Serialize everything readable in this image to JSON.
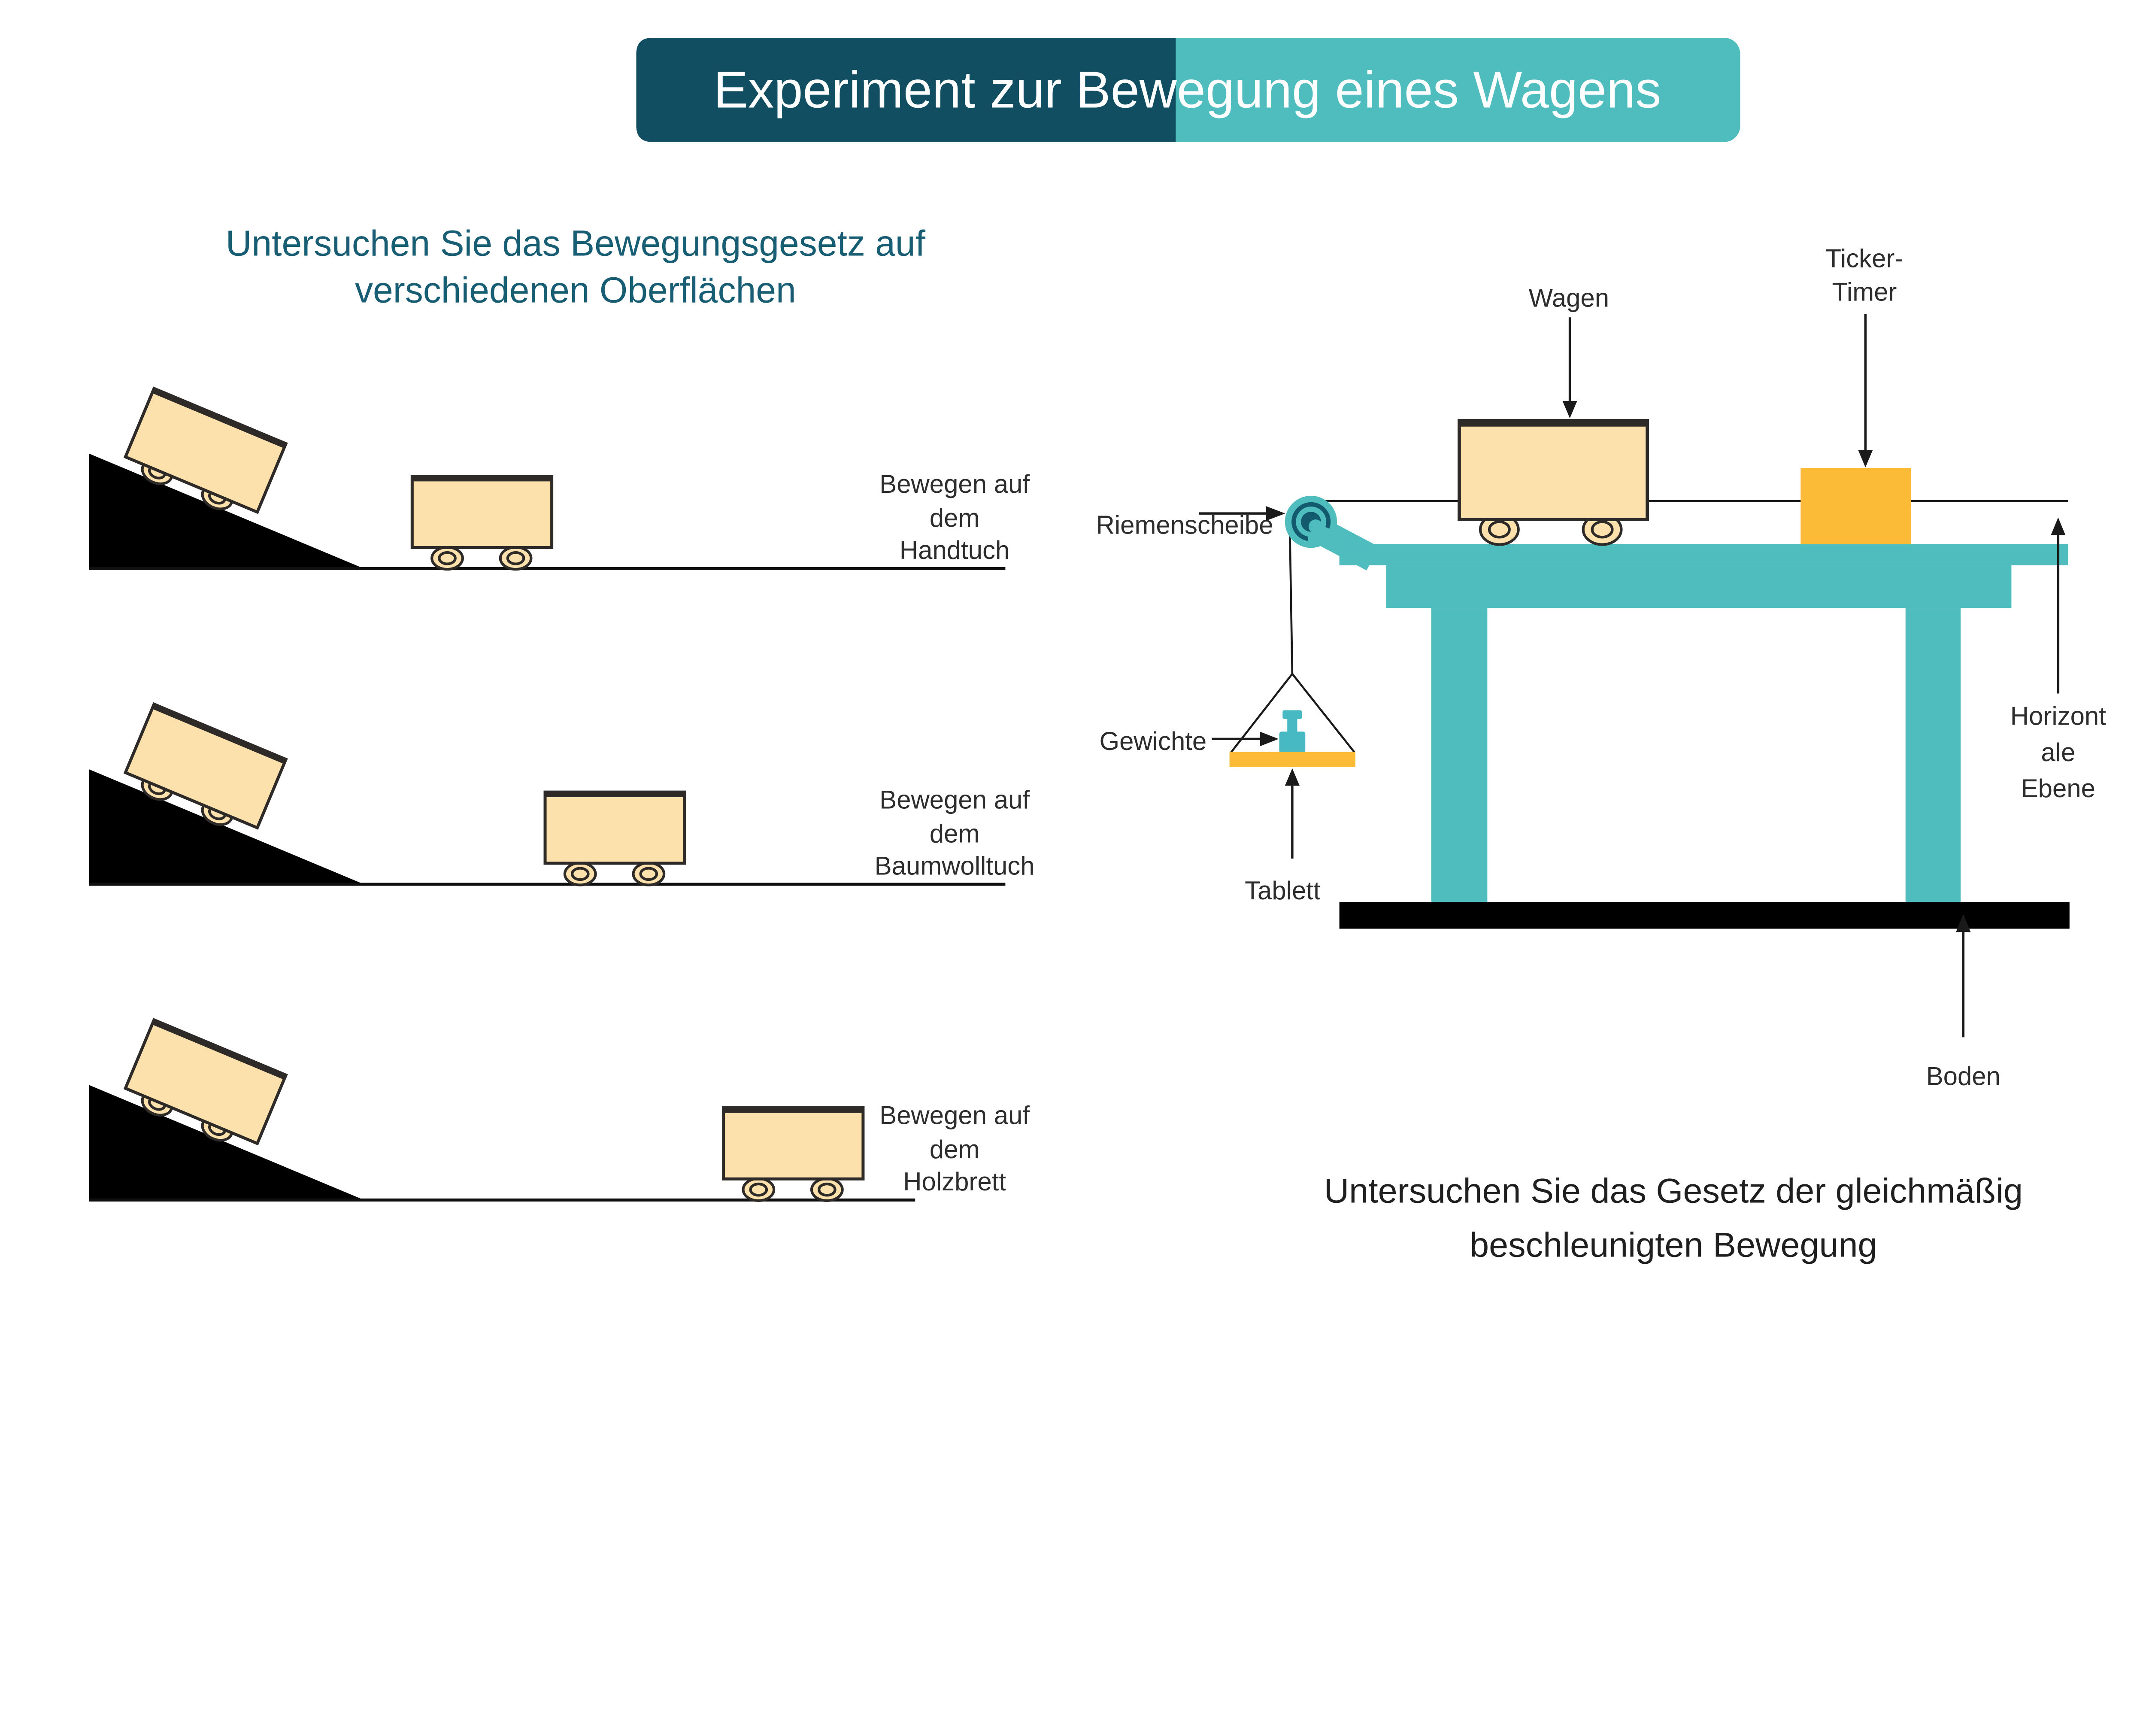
{
  "banner": {
    "title": "Experiment zur Bewegung eines Wagens"
  },
  "left_panel": {
    "heading_line1": "Untersuchen Sie das Bewegungsgesetz auf",
    "heading_line2": "verschiedenen Oberflächen",
    "rows": [
      {
        "label_line1": "Bewegen auf",
        "label_line2": "dem",
        "label_line3": "Handtuch"
      },
      {
        "label_line1": "Bewegen auf",
        "label_line2": "dem",
        "label_line3": "Baumwolltuch"
      },
      {
        "label_line1": "Bewegen auf",
        "label_line2": "dem",
        "label_line3": "Holzbrett"
      }
    ]
  },
  "right_panel": {
    "labels": {
      "wagen": "Wagen",
      "ticker_line1": "Ticker-",
      "ticker_line2": "Timer",
      "riemenscheibe": "Riemenscheibe",
      "gewichte": "Gewichte",
      "tablett": "Tablett",
      "horizontale_line1": "Horizont",
      "horizontale_line2": "ale",
      "horizontale_line3": "Ebene",
      "boden": "Boden"
    },
    "caption_line1": "Untersuchen Sie das Gesetz der gleichmäßig",
    "caption_line2": "beschleunigten Bewegung"
  },
  "colors": {
    "banner_left": "#114e62",
    "banner_right": "#4fbcbe",
    "table_teal": "#4fbcbe",
    "teal_dark": "#135a6e",
    "weight_teal": "#46b9c3",
    "orange": "#fcbb37",
    "cart_fill": "#fde1ad",
    "cart_outline": "#2e2a28",
    "heading_text": "#175d73",
    "label_text": "#2d2d2d",
    "floor_black": "#000000",
    "title_text": "#ffffff"
  }
}
